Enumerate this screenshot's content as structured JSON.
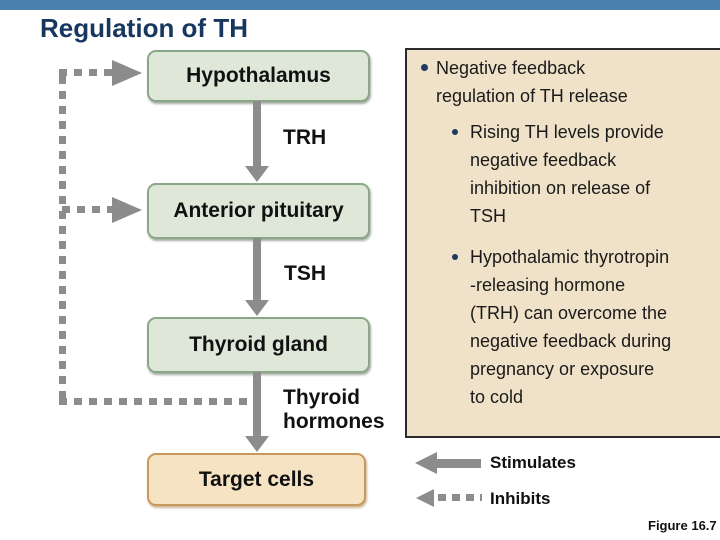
{
  "title": "Regulation of TH",
  "flowchart": {
    "nodes": [
      {
        "id": "hypothalamus",
        "label": "Hypothalamus"
      },
      {
        "id": "anterior-pituitary",
        "label": "Anterior pituitary"
      },
      {
        "id": "thyroid-gland",
        "label": "Thyroid gland"
      },
      {
        "id": "target-cells",
        "label": "Target cells"
      }
    ],
    "hormone_labels": [
      "TRH",
      "TSH",
      "Thyroid\nhormones"
    ]
  },
  "info_panel": {
    "bullets": [
      {
        "level": 1,
        "text": "Negative feedback\nregulation of TH release"
      },
      {
        "level": 2,
        "text": "Rising TH levels provide\nnegative feedback\ninhibition on release of\nTSH"
      },
      {
        "level": 2,
        "text": "Hypothalamic thyrotropin\n-releasing hormone\n(TRH) can overcome the\nnegative feedback during\npregnancy or exposure\nto cold"
      }
    ]
  },
  "legend": {
    "stimulates_label": "Stimulates",
    "inhibits_label": "Inhibits"
  },
  "figure_caption": "Figure 16.7",
  "colors": {
    "top_bar": "#4981ac",
    "title_text": "#17375e",
    "green_box_fill": "#dfe8d8",
    "green_box_border": "#8aa886",
    "tan_box_fill": "#f6e3c3",
    "tan_box_border": "#c9995b",
    "panel_fill": "#f0e2c8",
    "panel_border": "#2b2b2b",
    "arrow_gray": "#8c8c8c",
    "bullet_dot": "#1f3a60",
    "text": "#1a1a1a"
  }
}
